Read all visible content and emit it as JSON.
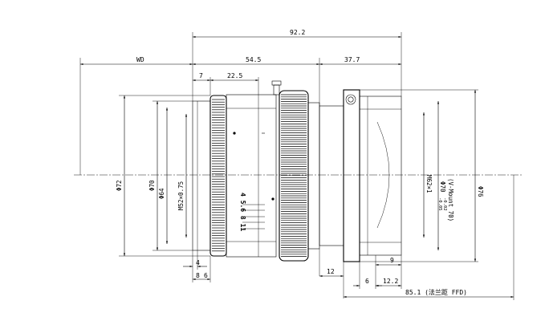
{
  "dimensions": {
    "overall_length": "92.2",
    "working_distance": "WD",
    "body_length": "54.5",
    "mount_length": "37.7",
    "focus_ring_offset": "7",
    "focus_ring_width": "22.5",
    "flange_step_4": "4",
    "front_step_a": "8",
    "front_step_b": "6",
    "mount_step_12": "12",
    "rear_step_9": "9",
    "rear_step_6": "6",
    "rear_step_12_2": "12.2",
    "flange_focal_distance": "85.1 (法兰距 FFD)"
  },
  "diameters": {
    "d72": "Φ72",
    "d70": "Φ70",
    "d64": "Φ64",
    "front_thread": "M52×0.75",
    "rear_thread": "M62×1",
    "mount_d70": "Φ70",
    "mount_d70_tol_upper": "-0.02",
    "mount_d70_tol_lower": "-0.05",
    "mount_type": "(V-Mount 70)",
    "d76": "Φ76"
  },
  "lens_markings": {
    "aperture_scale": "4 5.6 8 11"
  }
}
